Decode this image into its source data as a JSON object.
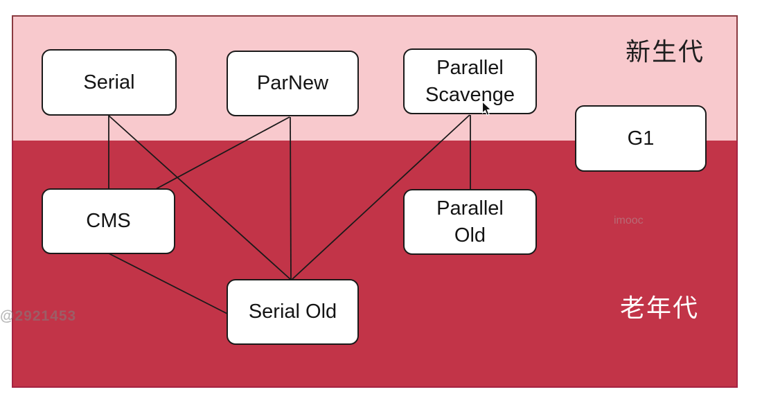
{
  "diagram": {
    "regions": [
      {
        "id": "young",
        "label": "新生代",
        "color": "#f8c9cd",
        "text_color": "#1e1e1e"
      },
      {
        "id": "old",
        "label": "老年代",
        "color": "#c23448",
        "text_color": "#ffffff"
      }
    ],
    "nodes": [
      {
        "id": "serial",
        "label": "Serial",
        "region": "young"
      },
      {
        "id": "parnew",
        "label": "ParNew",
        "region": "young"
      },
      {
        "id": "parallel-scavenge",
        "label": "Parallel\nScavenge",
        "region": "young"
      },
      {
        "id": "g1",
        "label": "G1",
        "region": "young-and-old"
      },
      {
        "id": "cms",
        "label": "CMS",
        "region": "old"
      },
      {
        "id": "parallel-old",
        "label": "Parallel\nOld",
        "region": "old"
      },
      {
        "id": "serial-old",
        "label": "Serial Old",
        "region": "old"
      }
    ],
    "edges": [
      {
        "from": "serial",
        "to": "cms"
      },
      {
        "from": "serial",
        "to": "serial-old"
      },
      {
        "from": "parnew",
        "to": "cms"
      },
      {
        "from": "parnew",
        "to": "serial-old"
      },
      {
        "from": "parallel-scavenge",
        "to": "serial-old"
      },
      {
        "from": "parallel-scavenge",
        "to": "parallel-old"
      },
      {
        "from": "cms",
        "to": "serial-old"
      }
    ],
    "edge_color": "#1a1a1a",
    "node_border_color": "#1a1a1a",
    "node_fill_color": "#ffffff"
  },
  "watermarks": [
    {
      "text": "@2921453"
    },
    {
      "text": "imooc"
    }
  ]
}
